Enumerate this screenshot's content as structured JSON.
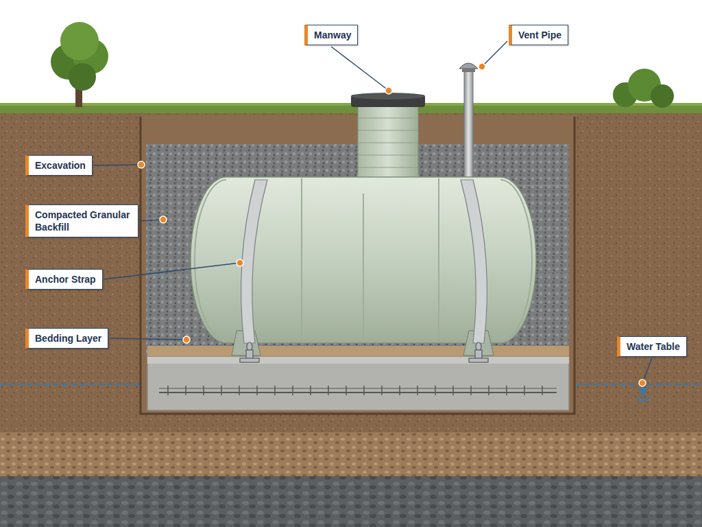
{
  "diagram": {
    "labels": [
      "Manway",
      "Vent Pipe",
      "Excavation",
      "Compacted Granular Backfill",
      "Anchor Strap",
      "Bedding Layer",
      "Water Table"
    ]
  }
}
